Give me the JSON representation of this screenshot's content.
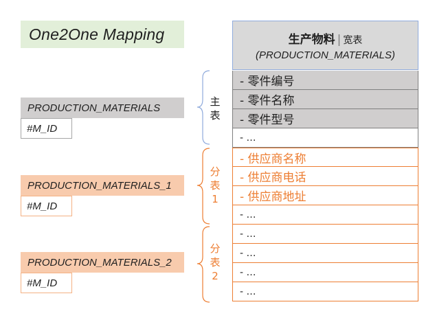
{
  "title": "One2One Mapping",
  "tables": [
    {
      "name": "PRODUCTION_MATERIALS",
      "key": "#M_ID"
    },
    {
      "name": "PRODUCTION_MATERIALS_1",
      "key": "#M_ID"
    },
    {
      "name": "PRODUCTION_MATERIALS_2",
      "key": "#M_ID"
    }
  ],
  "wide_table": {
    "title_cn": "生产物料",
    "separator": "|",
    "subtitle_cn": "宽表",
    "title_en": "(PRODUCTION_MATERIALS)"
  },
  "rows": [
    "- 零件编号",
    "- 零件名称",
    "- 零件型号",
    "- …",
    "- 供应商名称",
    "- 供应商电话",
    "- 供应商地址",
    "- …",
    "- …",
    "- …",
    "- …",
    "- …"
  ],
  "groups": [
    {
      "label": [
        "主",
        "表"
      ],
      "color": "#1f1f1f"
    },
    {
      "label": [
        "分",
        "表",
        "1"
      ],
      "color": "#ed7d31"
    },
    {
      "label": [
        "分",
        "表",
        "2"
      ],
      "color": "#ed7d31"
    }
  ],
  "colors": {
    "title_bg": "#e2efd9",
    "main_label_bg": "#d0cece",
    "sub_label_bg": "#f8cbad",
    "accent_orange": "#ed7d31",
    "brace_blue": "#8faadc"
  }
}
